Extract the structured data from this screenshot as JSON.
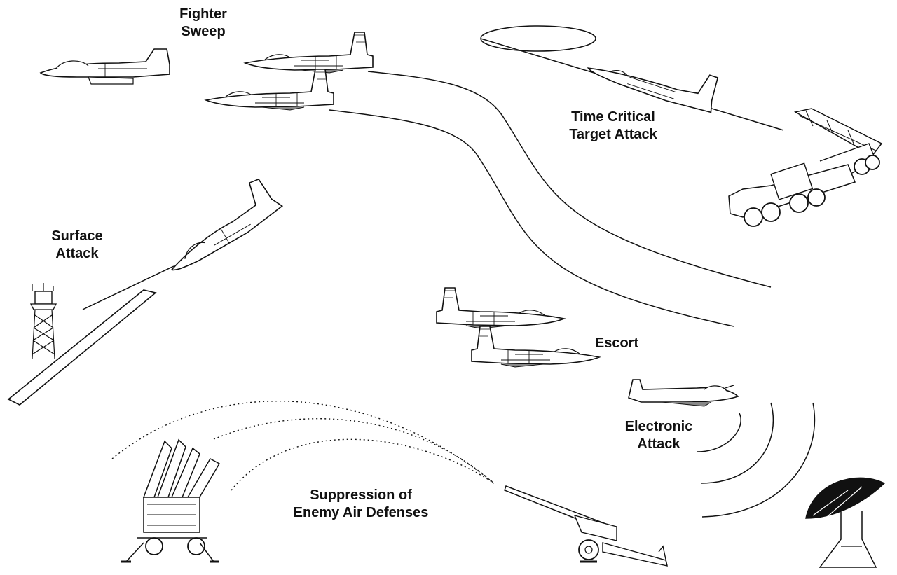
{
  "labels": {
    "fighter_sweep": [
      "Fighter",
      "Sweep"
    ],
    "time_critical": [
      "Time Critical",
      "Target Attack"
    ],
    "surface_attack": [
      "Surface",
      "Attack"
    ],
    "escort": "Escort",
    "electronic_attack": [
      "Electronic",
      "Attack"
    ],
    "sead": [
      "Suppression of",
      "Enemy Air Defenses"
    ]
  },
  "icons": [
    "f4-fighter-icon",
    "fighter-jet-icon",
    "strike-jet-icon",
    "harrier-jet-icon",
    "ea6b-jammer-icon",
    "control-tower-icon",
    "runway-icon",
    "missile-launcher-truck-icon",
    "sam-launcher-icon",
    "howitzer-icon",
    "radar-dish-icon"
  ],
  "colors": {
    "ink": "#111111",
    "background": "#ffffff"
  }
}
